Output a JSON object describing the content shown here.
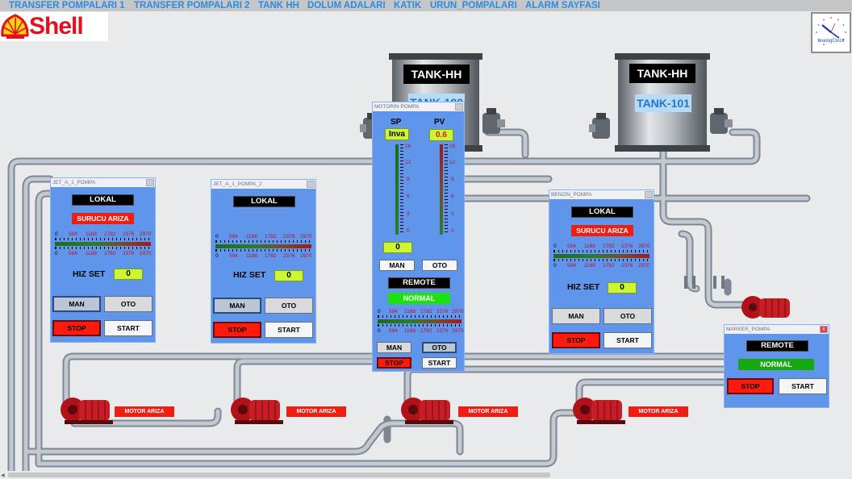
{
  "menu": [
    "TRANSFER POMPALARI 1",
    "TRANSFER POMPALARI 2",
    "TANK HH",
    "DOLUM ADALARI",
    "KATIK",
    "URUN_POMPALARI",
    "ALARM SAYFASI"
  ],
  "logo": {
    "text": "Shell"
  },
  "clock": {
    "label": "analogClock"
  },
  "tanks": [
    {
      "hh": "TANK-HH",
      "name": "TANK-100"
    },
    {
      "hh": "TANK-HH",
      "name": "TANK-101"
    }
  ],
  "ruler_ticks": [
    "0",
    "594",
    "1188",
    "1782",
    "2376",
    "2970"
  ],
  "panels": {
    "jet1": {
      "title": "JET_A_1_POMPA",
      "mode": "LOKAL",
      "alarm": "SURUCU ARIZA",
      "hiz_label": "HIZ SET",
      "hiz_value": "0",
      "man": "MAN",
      "oto": "OTO",
      "stop": "STOP",
      "start": "START"
    },
    "jet2": {
      "title": "JET_A_1_POMPA_2",
      "mode": "LOKAL",
      "hiz_label": "HIZ SET",
      "hiz_value": "0",
      "man": "MAN",
      "oto": "OTO",
      "stop": "STOP",
      "start": "START"
    },
    "motorin": {
      "title": "MOTORIN POMPA",
      "sp_label": "SP",
      "pv_label": "PV",
      "sp_value": "Inva",
      "pv_value": "0.6",
      "gauge_ticks": [
        "16",
        "12",
        "9",
        "6",
        "3",
        "0"
      ],
      "sp_set": "0",
      "man": "MAN",
      "oto": "OTO",
      "remote": "REMOTE",
      "status": "NORMAL",
      "man2": "MAN",
      "oto2": "OTO",
      "stop": "STOP",
      "start": "START"
    },
    "benzin": {
      "title": "BENZIN_POMPA",
      "mode": "LOKAL",
      "alarm": "SURUCU ARIZA",
      "hiz_label": "HIZ SET",
      "hiz_value": "0",
      "man": "MAN",
      "oto": "OTO",
      "stop": "STOP",
      "start": "START"
    },
    "marker": {
      "title": "MARKER_POMPA",
      "close": "x",
      "remote": "REMOTE",
      "status": "NORMAL",
      "stop": "STOP",
      "start": "START"
    }
  },
  "pump_alarms": [
    "MOTOR ARIZA",
    "MOTOR ARIZA",
    "MOTOR ARIZA",
    "MOTOR ARIZA"
  ],
  "colors": {
    "accent": "#2e8be0",
    "panel": "#5f95eb",
    "alarm": "#f01d12",
    "ok": "#1de011",
    "pipe": "#a9b3bd"
  }
}
